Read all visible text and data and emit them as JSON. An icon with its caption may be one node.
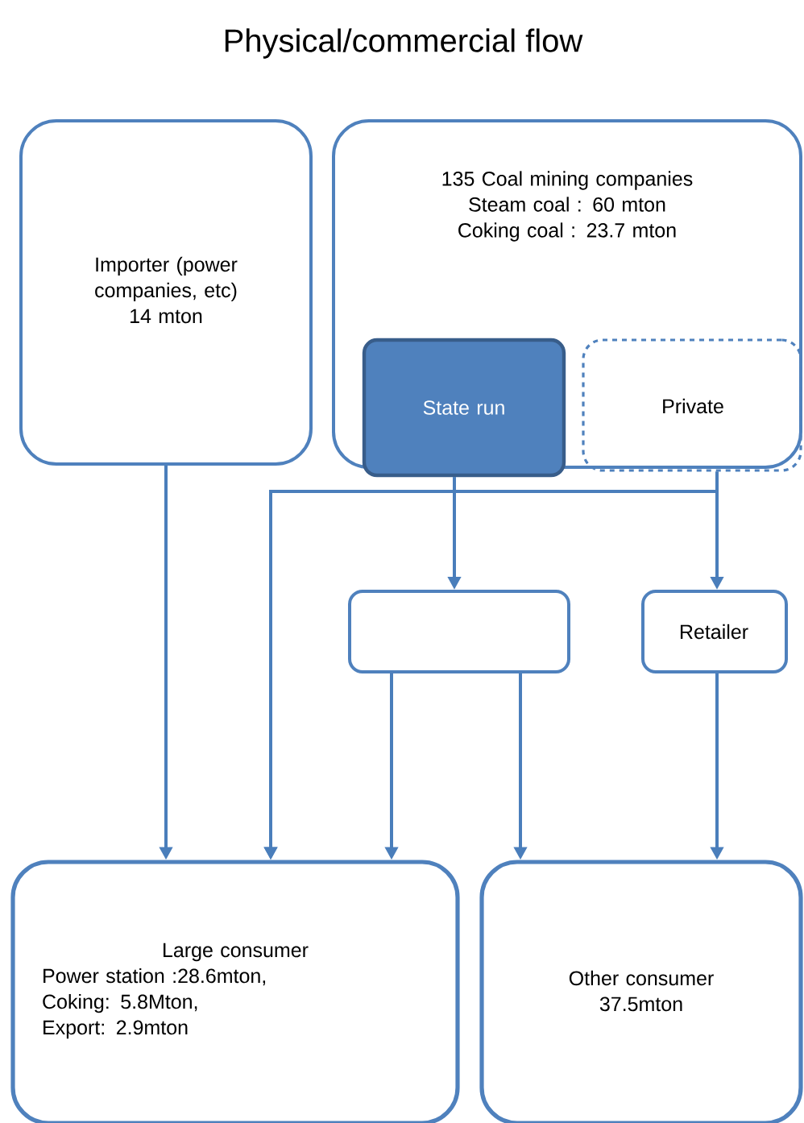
{
  "diagram": {
    "title": "Physical/commercial flow",
    "nodes": [
      {
        "text": [
          "Importer (power companies, etc)",
          "14 mton"
        ]
      },
      {
        "text": [
          "135 Coal mining companies",
          "Steam coal : 60 mton",
          "Coking coal : 23.7 mton"
        ]
      },
      {
        "text": [
          "State run"
        ],
        "in": 1
      },
      {
        "text": [
          "Private"
        ],
        "in": 1
      },
      {
        "text": [],
        "shape": "box"
      },
      {
        "text": [
          "Retailer"
        ]
      },
      {
        "text": [
          "Large consumer",
          "Power station :28.6mton,",
          "Coking: 5.8Mton,",
          "Export: 2.9mton"
        ]
      },
      {
        "text": [
          "Other consumer",
          "37.5mton"
        ]
      }
    ],
    "edges": [
      {
        "from": 0,
        "to": 6,
        "arrow": "to"
      },
      {
        "from": 2,
        "to": 4,
        "arrow": "to"
      },
      {
        "from": 3,
        "to": 5,
        "arrow": "to"
      },
      {
        "from": 2,
        "to": 6,
        "arrow": "to"
      },
      {
        "from": 3,
        "to": 6,
        "arrow": "to"
      },
      {
        "from": 4,
        "to": 6,
        "arrow": "to"
      },
      {
        "from": 4,
        "to": 7,
        "arrow": "to"
      },
      {
        "from": 5,
        "to": 7,
        "arrow": "to"
      }
    ]
  }
}
